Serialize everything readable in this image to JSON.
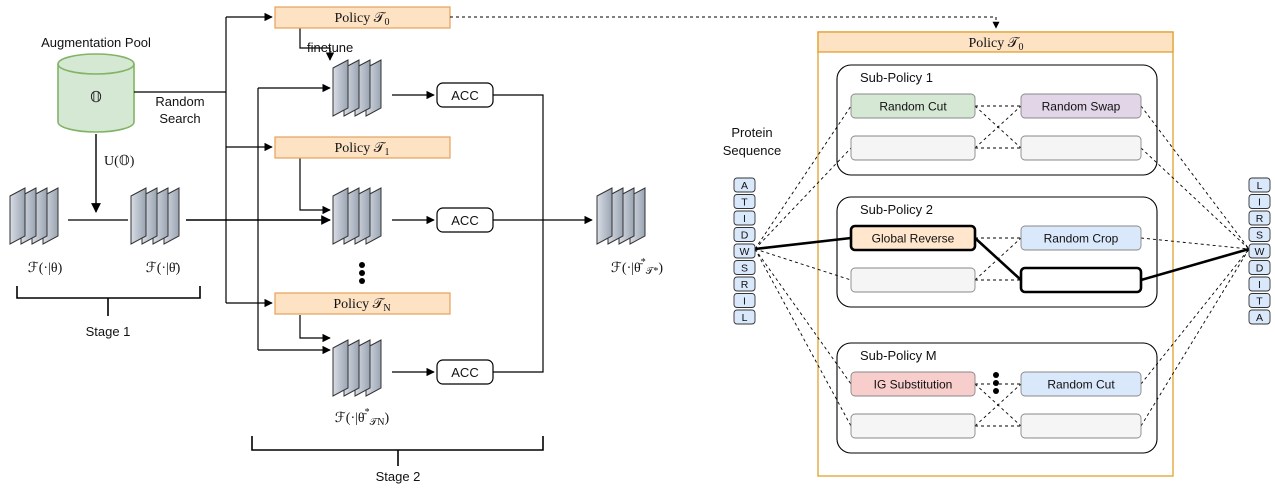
{
  "left": {
    "pool_label": "Augmentation Pool",
    "pool_symbol": "𝕆",
    "random_search_line1": "Random",
    "random_search_line2": "Search",
    "uniform_label": "U(𝕆)",
    "model_theta": "ℱ(·|θ)",
    "model_theta_bar": "ℱ(·|θ̄)",
    "stage1": "Stage 1",
    "stage2": "Stage 2",
    "finetune": "finetune",
    "policies": [
      {
        "name": "Policy",
        "sub": "0"
      },
      {
        "name": "Policy",
        "sub": "1"
      },
      {
        "name": "Policy",
        "sub": "N"
      }
    ],
    "acc": "ACC",
    "model_theta_tn": "ℱ(·|θ̄*𝒯N)",
    "final_model": "ℱ(·|θ̄*𝒯*)"
  },
  "right": {
    "policy_title": "Policy",
    "policy_sub": "0",
    "protein_line1": "Protein",
    "protein_line2": "Sequence",
    "input_seq": [
      "A",
      "T",
      "I",
      "D",
      "W",
      "S",
      "R",
      "I",
      "L"
    ],
    "output_seq": [
      "L",
      "I",
      "R",
      "S",
      "W",
      "D",
      "I",
      "T",
      "A"
    ],
    "sub_policies": [
      {
        "title": "Sub-Policy 1",
        "op1": "Random Cut",
        "op1_color": "#d5e8d4",
        "op2": "Random Swap",
        "op2_color": "#e1d5e7"
      },
      {
        "title": "Sub-Policy 2",
        "op1": "Global Reverse",
        "op1_color": "#ffe6cc",
        "op2": "Random Crop",
        "op2_color": "#dae8fc"
      },
      {
        "title": "Sub-Policy M",
        "op1": "IG Substitution",
        "op1_color": "#f8cecc",
        "op2": "Random Cut",
        "op2_color": "#dae8fc"
      }
    ]
  },
  "colors": {
    "policy_fill": "#fde2c4",
    "policy_stroke": "#e6a15a",
    "pool_fill": "#d5e8d4",
    "pool_stroke": "#82b366",
    "outer_box_stroke": "#e0a030",
    "model_front": "#b8c0cc"
  }
}
